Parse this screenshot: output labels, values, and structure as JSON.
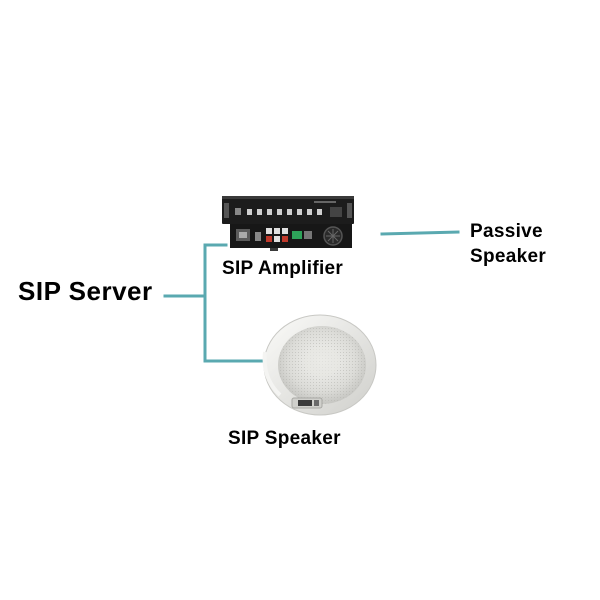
{
  "nodes": {
    "server": {
      "label": "SIP Server"
    },
    "amplifier": {
      "label": "SIP Amplifier"
    },
    "passive_speaker": {
      "line1": "Passive",
      "line2": "Speaker"
    },
    "sip_speaker": {
      "label": "SIP Speaker"
    }
  },
  "colors": {
    "connector": "#5aa9b0",
    "device_dark": "#1c1c1c",
    "speaker_body": "#e9e9e6"
  },
  "icons": [
    "rack-amplifier-icon",
    "ceiling-speaker-icon"
  ]
}
